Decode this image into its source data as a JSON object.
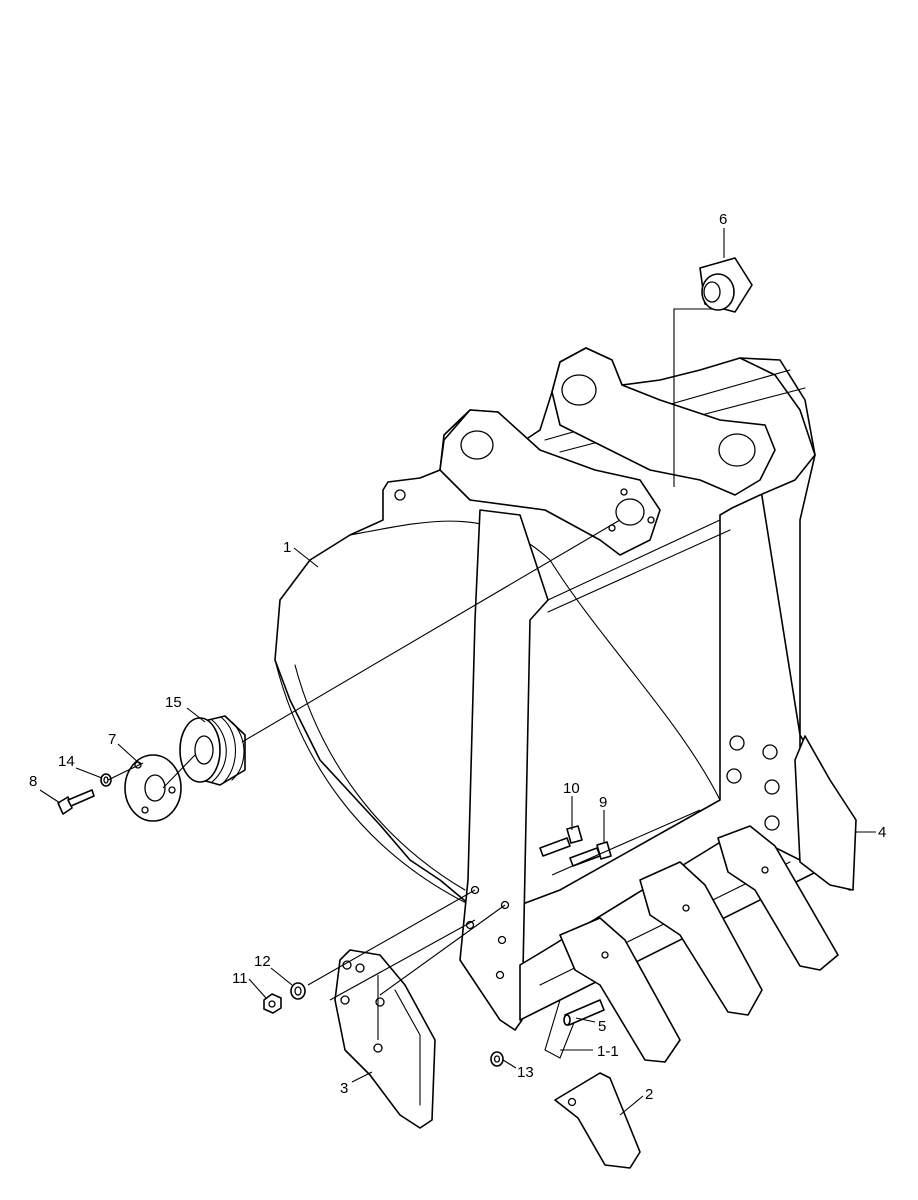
{
  "diagram": {
    "callouts": [
      "1",
      "1-1",
      "2",
      "3",
      "4",
      "5",
      "6",
      "7",
      "8",
      "9",
      "10",
      "11",
      "12",
      "13",
      "14",
      "15"
    ]
  }
}
